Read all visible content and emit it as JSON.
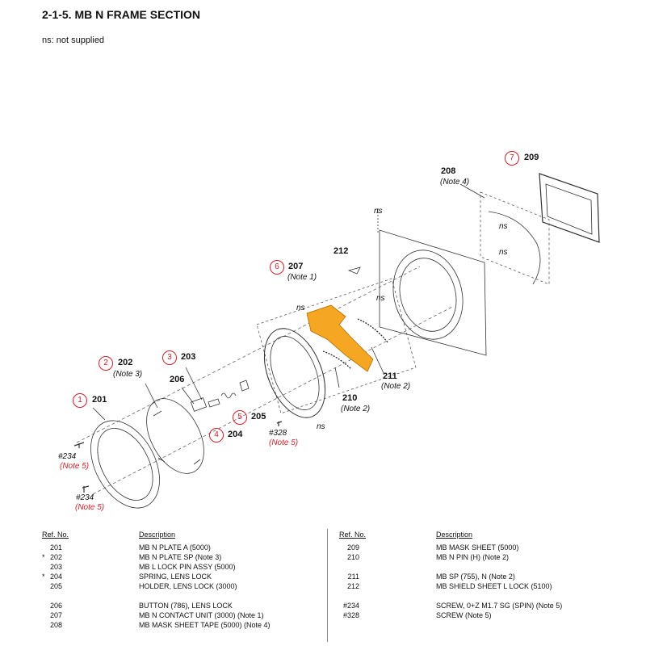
{
  "title": "2-1-5. MB N FRAME SECTION",
  "subtitle": "ns: not supplied",
  "diagram": {
    "callouts": [
      {
        "circle": "1",
        "part": "201",
        "note": ""
      },
      {
        "circle": "2",
        "part": "202",
        "note": "(Note 3)"
      },
      {
        "circle": "3",
        "part": "203",
        "note": ""
      },
      {
        "circle": "4",
        "part": "204",
        "note": ""
      },
      {
        "circle": "5",
        "part": "205",
        "note": ""
      },
      {
        "circle": "6",
        "part": "207",
        "note": "(Note 1)"
      },
      {
        "circle": "7",
        "part": "209",
        "note": ""
      }
    ],
    "labels": [
      {
        "text": "206",
        "note": ""
      },
      {
        "text": "208",
        "note": "(Note 4)"
      },
      {
        "text": "210",
        "note": "(Note 2)"
      },
      {
        "text": "211",
        "note": "(Note 2)"
      },
      {
        "text": "212",
        "note": ""
      }
    ],
    "screws": [
      {
        "text": "#234",
        "note": "(Note 5)"
      },
      {
        "text": "#234",
        "note": "(Note 5)"
      },
      {
        "text": "#328",
        "note": "(Note 5)"
      }
    ],
    "ns_label": "ns",
    "colors": {
      "callout": "#d0202a",
      "highlight": "#f5a623",
      "note": "#d0202a"
    }
  },
  "table": {
    "header_ref": "Ref. No.",
    "header_desc": "Description",
    "left": [
      {
        "ref": "201",
        "star": "",
        "desc": "MB N PLATE A (5000)"
      },
      {
        "ref": "202",
        "star": "*",
        "desc": "MB N PLATE SP (Note 3)"
      },
      {
        "ref": "203",
        "star": "",
        "desc": "MB L LOCK PIN ASSY (5000)"
      },
      {
        "ref": "204",
        "star": "*",
        "desc": "SPRING, LENS LOCK"
      },
      {
        "ref": "205",
        "star": "",
        "desc": "HOLDER, LENS LOCK (3000)"
      },
      {
        "ref": "206",
        "star": "",
        "desc": "BUTTON (786), LENS LOCK"
      },
      {
        "ref": "207",
        "star": "",
        "desc": "MB N CONTACT UNIT  (3000) (Note 1)"
      },
      {
        "ref": "208",
        "star": "",
        "desc": "MB MASK SHEET TAPE (5000) (Note 4)"
      }
    ],
    "right": [
      {
        "ref": "209",
        "star": "",
        "desc": "MB MASK SHEET (5000)"
      },
      {
        "ref": "210",
        "star": "",
        "desc": "MB N PIN (H) (Note 2)"
      },
      {
        "ref": "211",
        "star": "",
        "desc": "MB SP (755), N (Note 2)"
      },
      {
        "ref": "212",
        "star": "",
        "desc": "MB SHIELD SHEET L LOCK (5100)"
      },
      {
        "ref": "#234",
        "star": "",
        "desc": "SCREW, 0+Z M1.7 SG (SPIN) (Note 5)"
      },
      {
        "ref": "#328",
        "star": "",
        "desc": "SCREW (Note 5)"
      }
    ]
  }
}
